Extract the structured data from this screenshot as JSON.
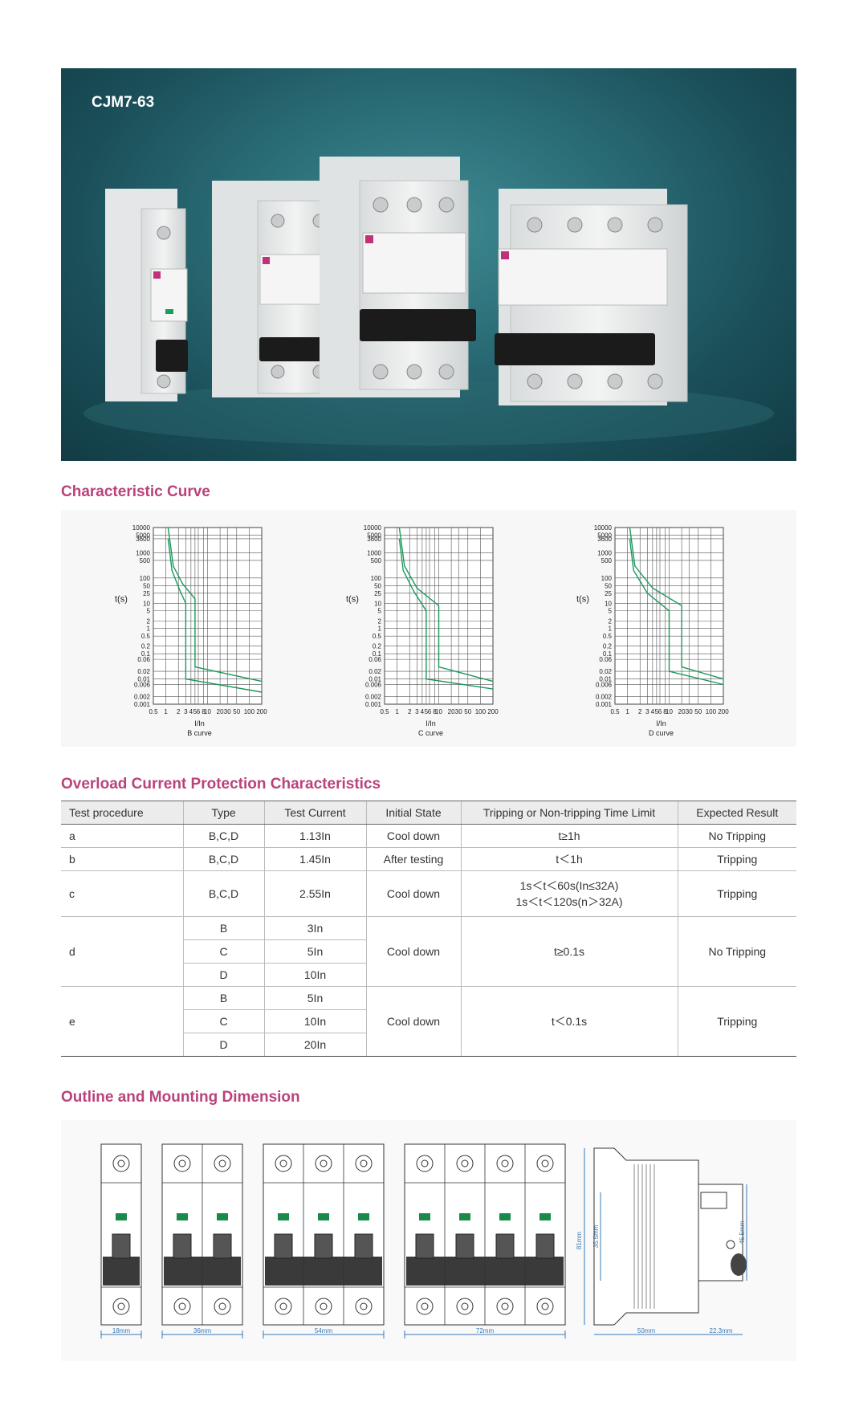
{
  "hero": {
    "title": "CJM7-63"
  },
  "sections": {
    "characteristic_curve": "Characteristic Curve",
    "overload": "Overload Current Protection Characteristics",
    "outline": "Outline and Mounting Dimension"
  },
  "curves": {
    "y_axis_label": "t(s)",
    "x_axis_label": "I/In",
    "y_ticks": [
      "10000",
      "5000",
      "3600",
      "1000",
      "500",
      "100",
      "50",
      "25",
      "10",
      "5",
      "2",
      "1",
      "0.5",
      "0.2",
      "0.1",
      "0.06",
      "0.02",
      "0.01",
      "0.006",
      "0.002",
      "0.001"
    ],
    "x_ticks": [
      "0.5",
      "1",
      "2",
      "3",
      "4",
      "5",
      "6",
      "8",
      "10",
      "20",
      "30",
      "50",
      "100",
      "200"
    ],
    "charts": [
      {
        "name": "B curve"
      },
      {
        "name": "C curve"
      },
      {
        "name": "D curve"
      }
    ],
    "line_color": "#1a9a5a"
  },
  "table": {
    "headers": [
      "Test procedure",
      "Type",
      "Test Current",
      "Initial State",
      "Tripping or Non-tripping Time Limit",
      "Expected Result"
    ],
    "rows": {
      "a": {
        "proc": "a",
        "type": "B,C,D",
        "current": "1.13In",
        "state": "Cool down",
        "limit": "t≥1h",
        "result": "No Tripping"
      },
      "b": {
        "proc": "b",
        "type": "B,C,D",
        "current": "1.45In",
        "state": "After testing",
        "limit": "t＜1h",
        "result": "Tripping"
      },
      "c": {
        "proc": "c",
        "type": "B,C,D",
        "current": "2.55In",
        "state": "Cool down",
        "limit_1": "1s＜t＜60s(In≤32A)",
        "limit_2": "1s＜t＜120s(n＞32A)",
        "result": "Tripping"
      },
      "d": {
        "proc": "d",
        "types": [
          "B",
          "C",
          "D"
        ],
        "currents": [
          "3In",
          "5In",
          "10In"
        ],
        "state": "Cool down",
        "limit": "t≥0.1s",
        "result": "No Tripping"
      },
      "e": {
        "proc": "e",
        "types": [
          "B",
          "C",
          "D"
        ],
        "currents": [
          "5In",
          "10In",
          "20In"
        ],
        "state": "Cool down",
        "limit": "t＜0.1s",
        "result": "Tripping"
      }
    }
  },
  "dimensions": {
    "widths": [
      "18mm",
      "36mm",
      "54mm",
      "72mm"
    ],
    "side": {
      "depth": "50mm",
      "front": "22.3mm",
      "height": "81mm",
      "inner": "35.5mm",
      "right": "45.5mm"
    },
    "line_color": "#3a78b5"
  }
}
